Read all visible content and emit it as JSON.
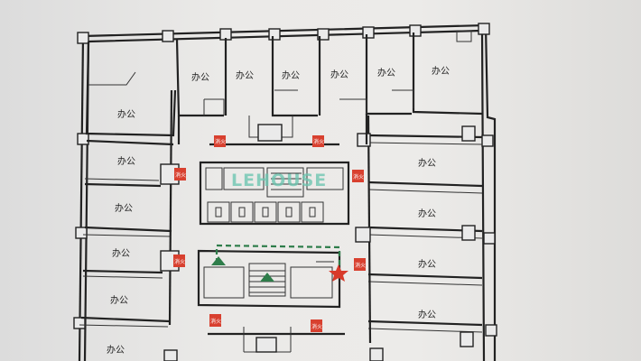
{
  "plan": {
    "room_label": "办公",
    "watermark": "LEHOUSE",
    "hydrant_text": "消火",
    "colors": {
      "wall": "#222222",
      "hydrant": "#d8402f",
      "evac_route": "#2e7d4a",
      "star": "#d83a2a",
      "watermark": "#6cc5b0"
    },
    "icons": [
      "exit-arrow-icon",
      "star-icon",
      "stair-icon",
      "fire-hydrant-icon",
      "toilet-icon"
    ]
  }
}
